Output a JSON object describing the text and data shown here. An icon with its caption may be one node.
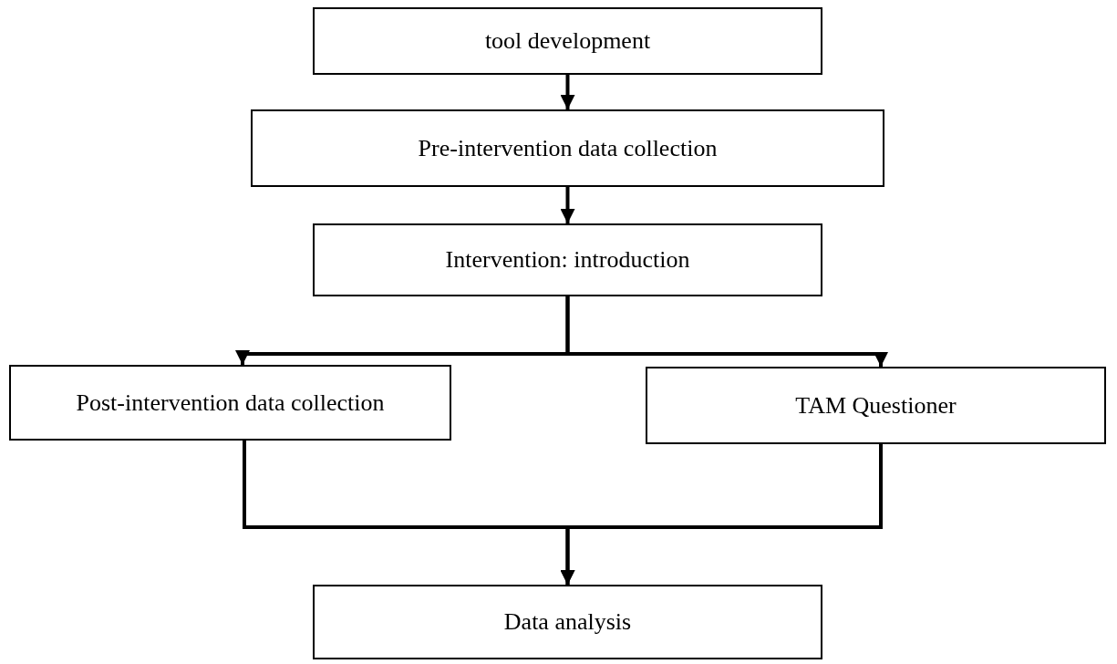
{
  "diagram": {
    "nodes": [
      {
        "text": [
          "tool development"
        ]
      },
      {
        "text": [
          "Pre-intervention data collection"
        ]
      },
      {
        "text": [
          "Intervention: introduction"
        ]
      },
      {
        "text": [
          "Post-intervention data collection"
        ]
      },
      {
        "text": [
          "TAM Questioner"
        ]
      },
      {
        "text": [
          "Data analysis"
        ]
      }
    ],
    "edges": [
      {
        "from": 0,
        "to": 1,
        "arrow": "to"
      },
      {
        "from": 1,
        "to": 2,
        "arrow": "to"
      },
      {
        "from": 2,
        "to": 3,
        "arrow": "to"
      },
      {
        "from": 2,
        "to": 4,
        "arrow": "to"
      },
      {
        "from": 3,
        "to": 5,
        "arrow": "to"
      },
      {
        "from": 4,
        "to": 5,
        "arrow": "to"
      }
    ]
  }
}
